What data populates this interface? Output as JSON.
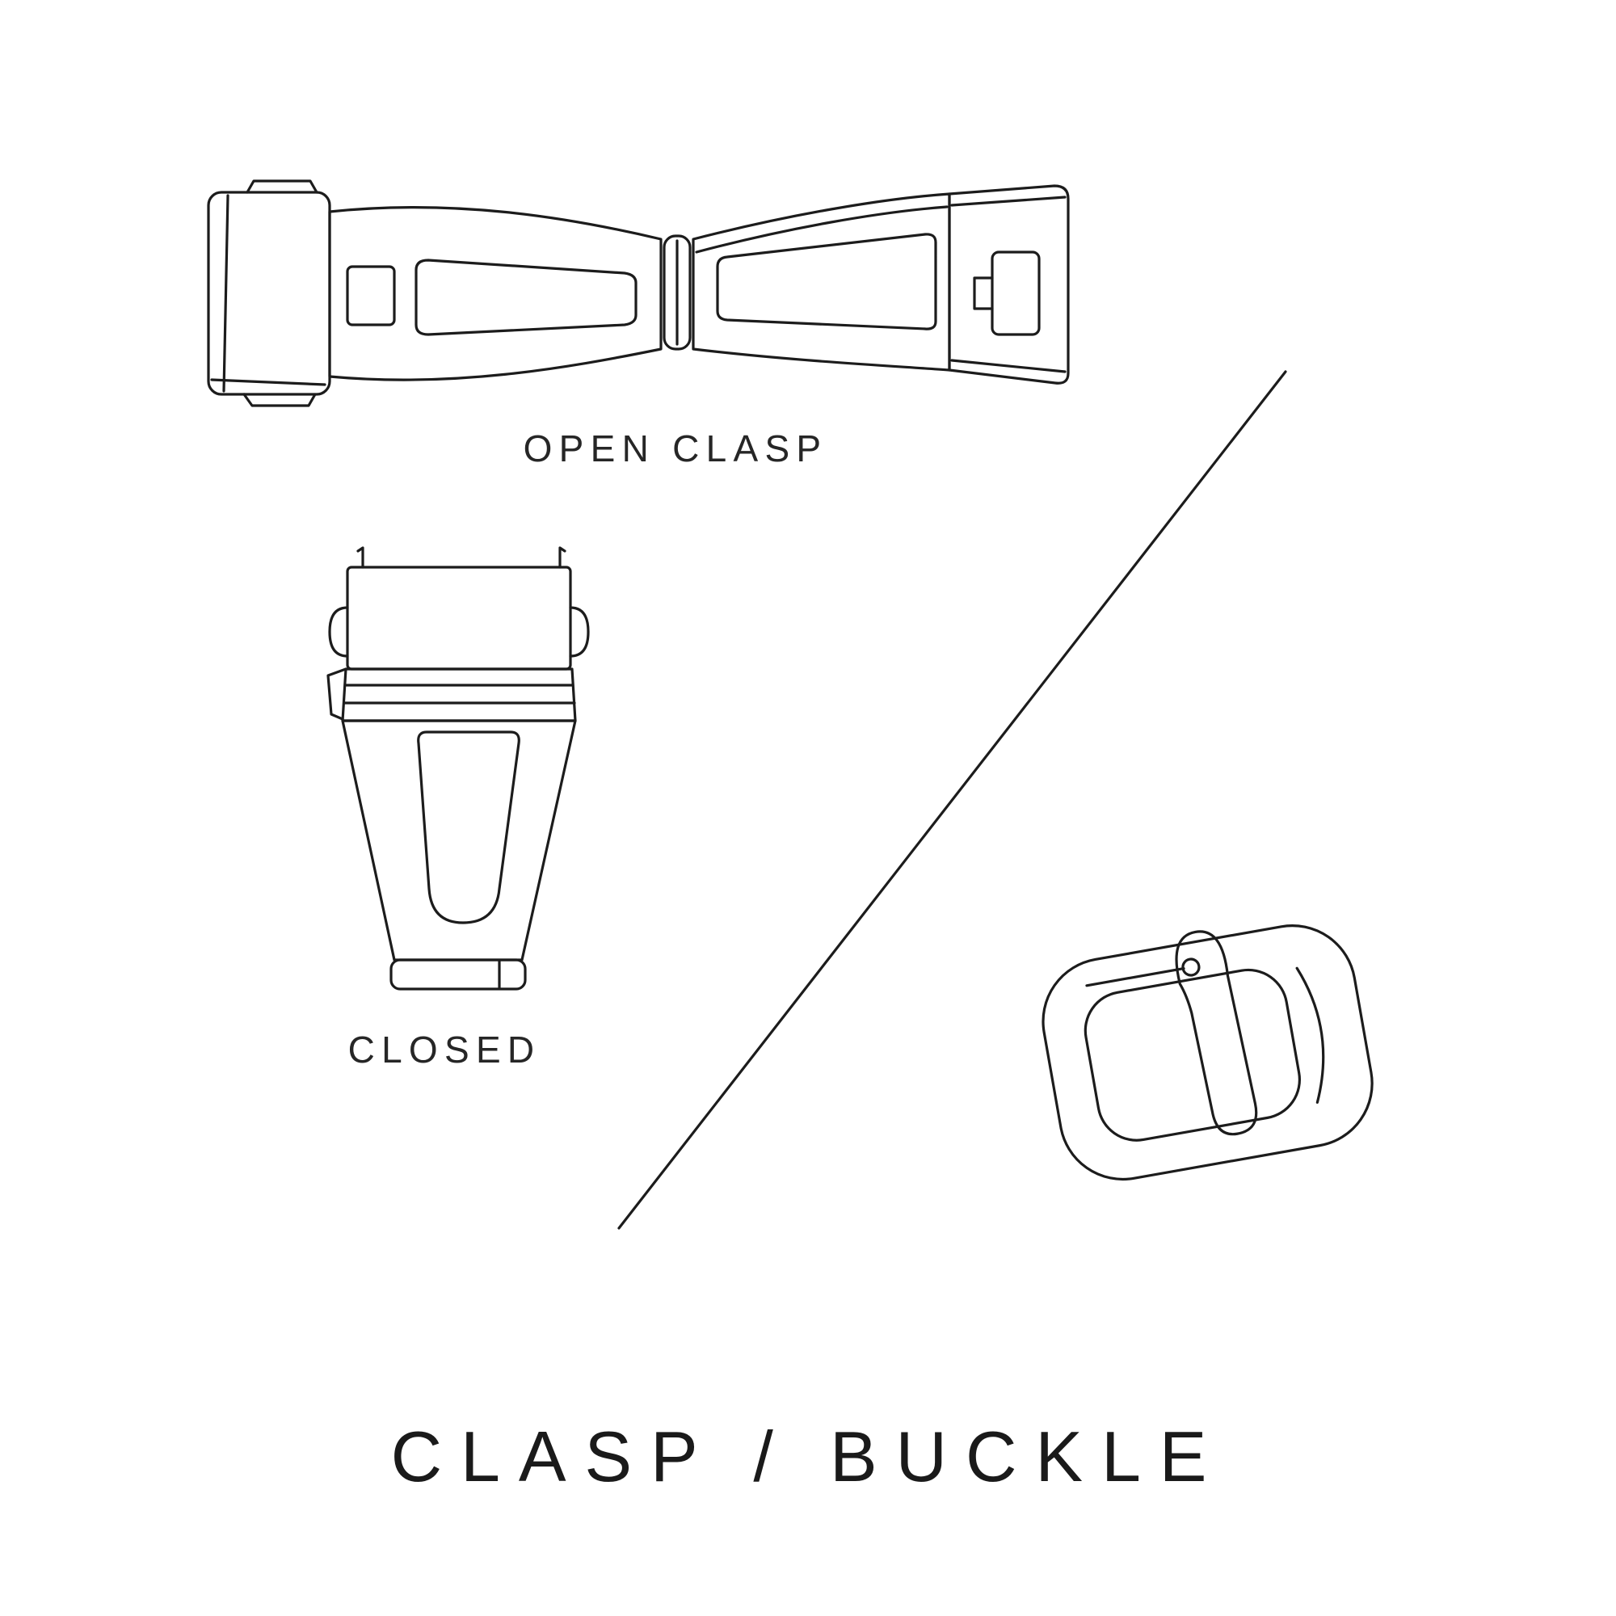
{
  "page": {
    "background": "#ffffff",
    "ink": "#1c1c1c"
  },
  "title": "CLASP / BUCKLE",
  "figures": {
    "open_clasp": {
      "label": "OPEN CLASP"
    },
    "closed_clasp": {
      "label": "CLOSED"
    },
    "buckle": {
      "name": "tang-buckle-illustration"
    }
  }
}
